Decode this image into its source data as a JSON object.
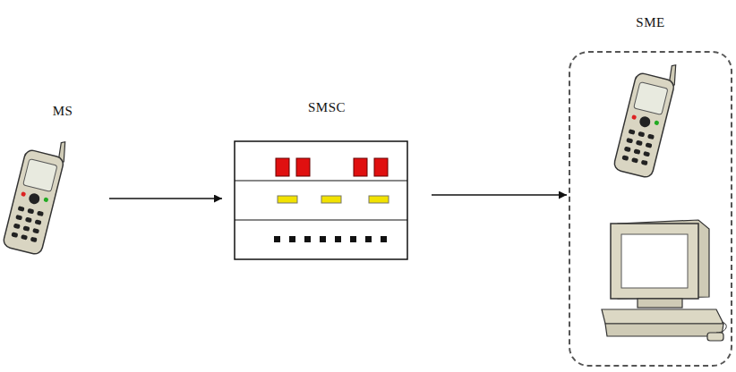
{
  "diagram": {
    "nodes": [
      {
        "text": [
          "MS"
        ]
      },
      {
        "text": [
          "SMSC"
        ]
      },
      {
        "text": [
          "SME"
        ]
      }
    ],
    "edges": [
      {
        "from": 0,
        "to": 1,
        "arrow": "to"
      },
      {
        "from": 1,
        "to": 2,
        "arrow": "to"
      }
    ]
  }
}
